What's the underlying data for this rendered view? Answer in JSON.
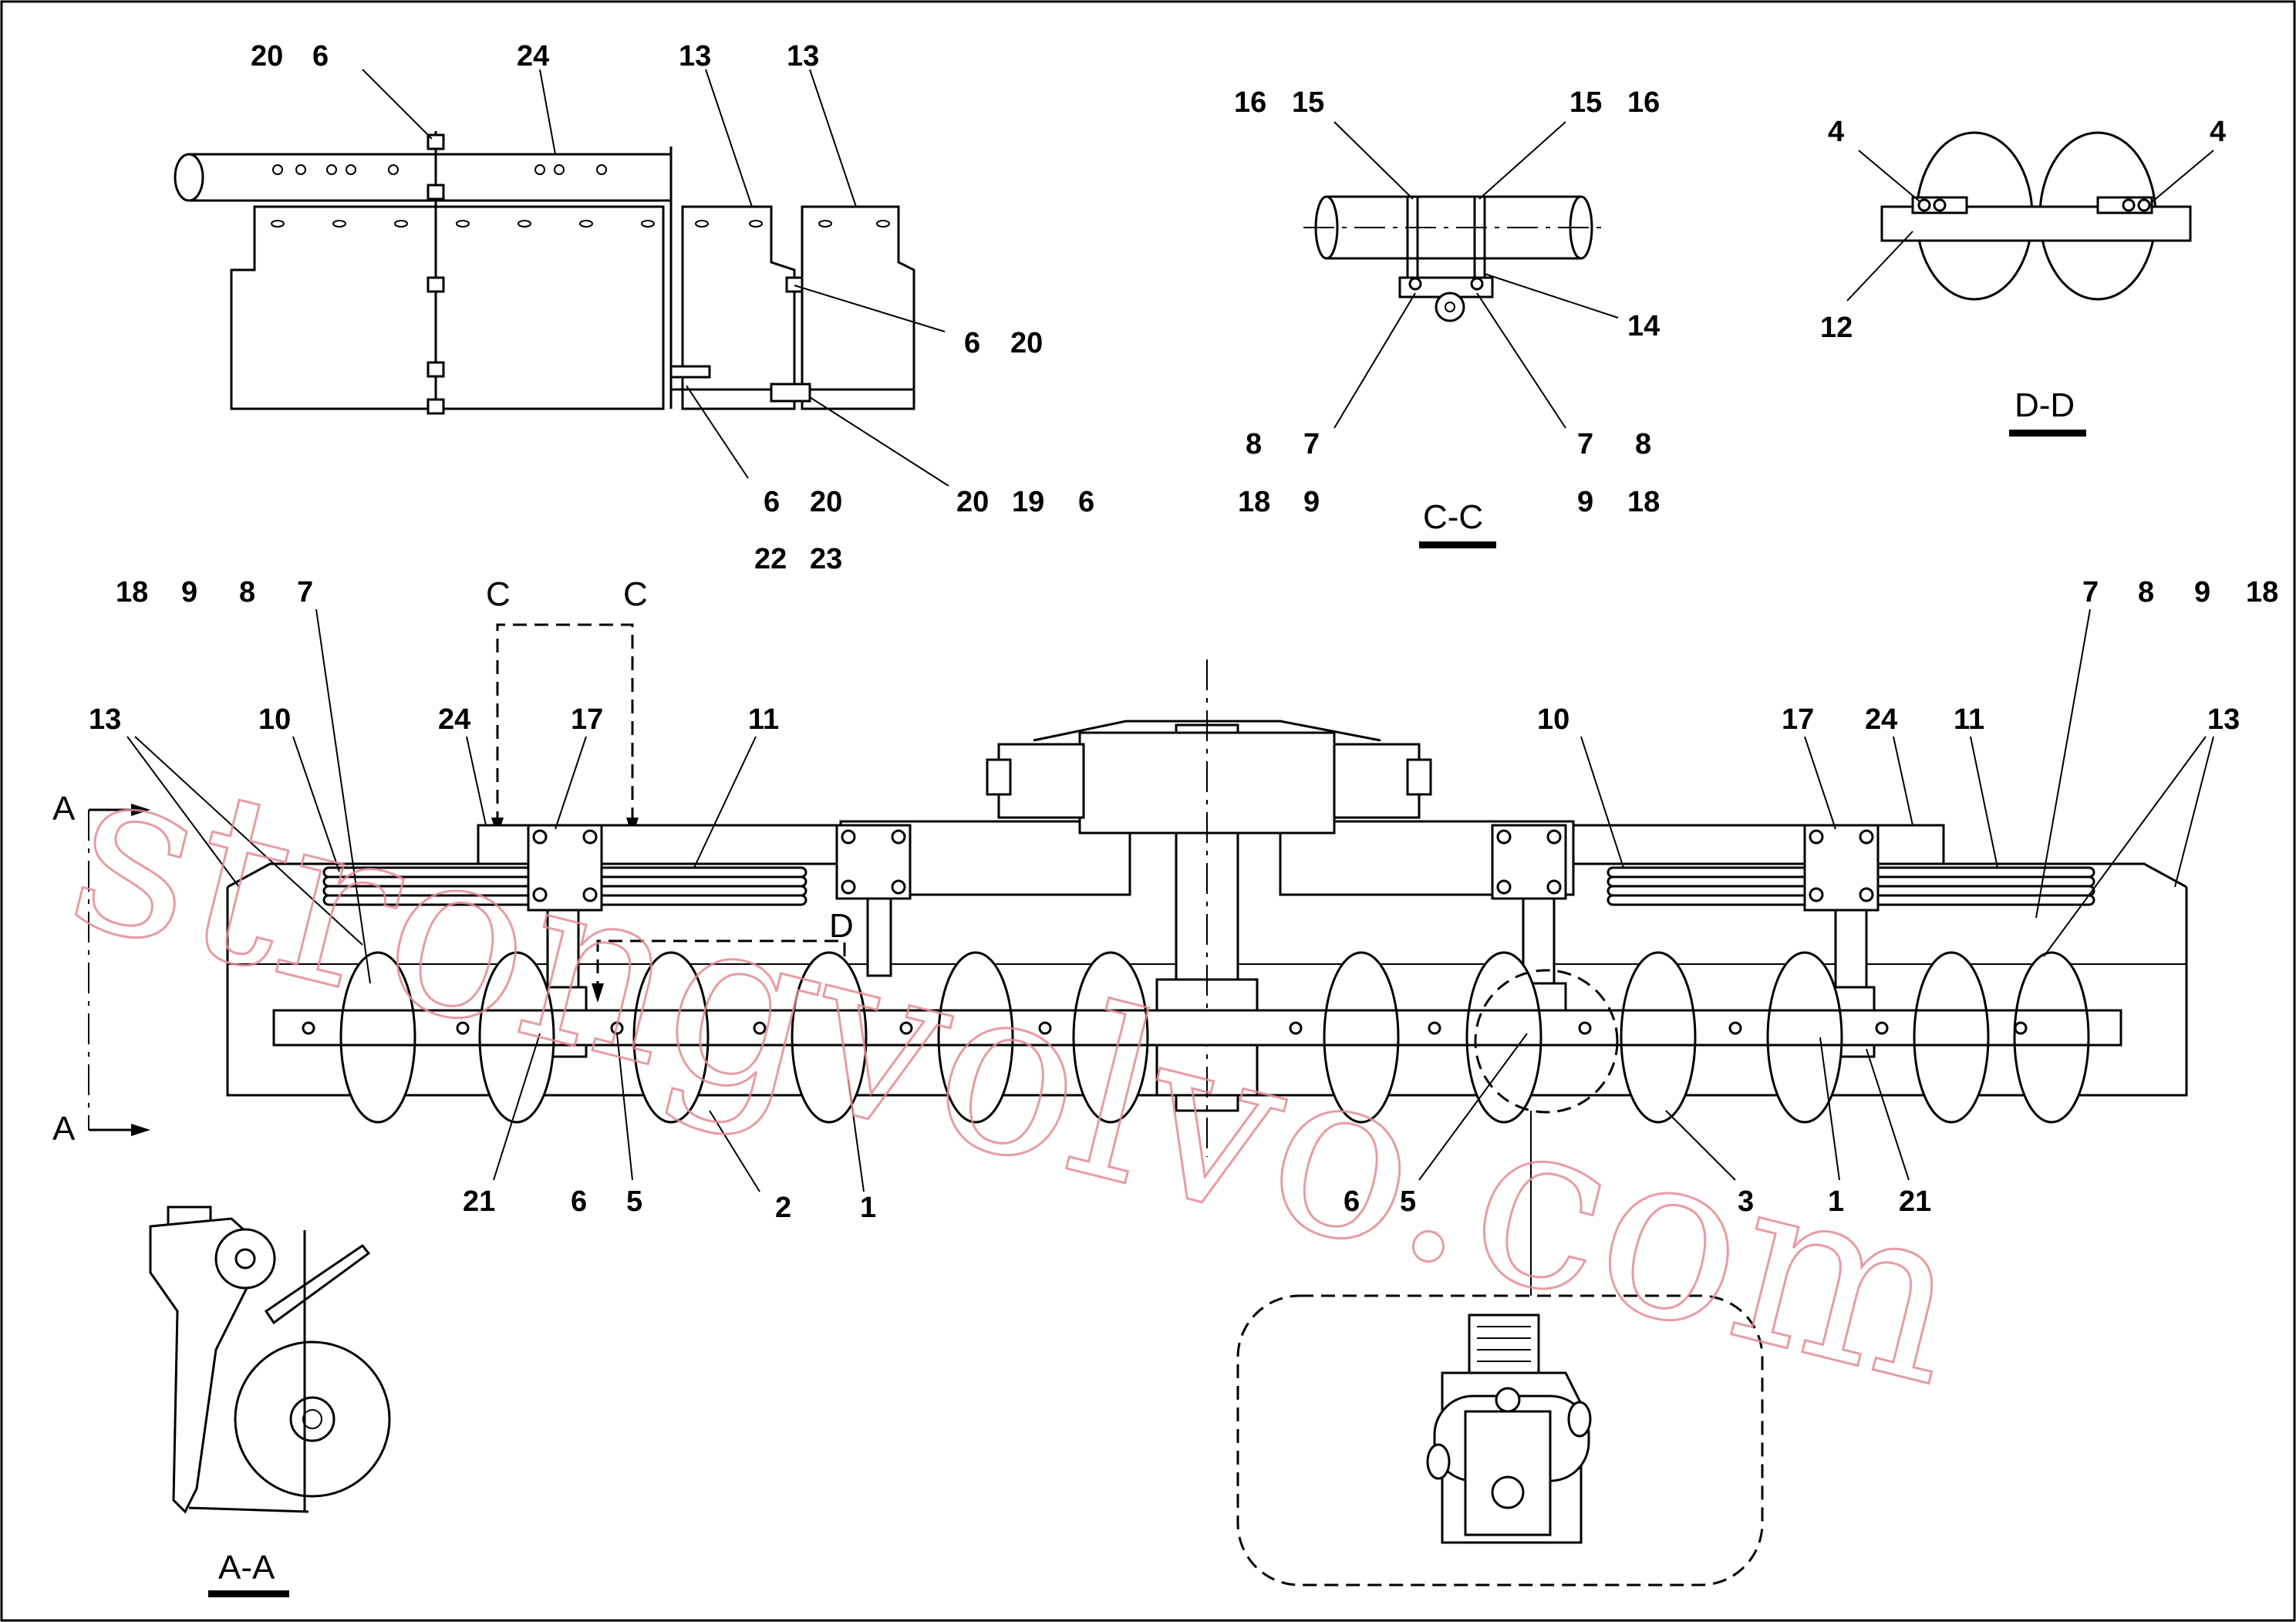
{
  "top_left_view": {
    "labels": [
      "20",
      "6",
      "24",
      "13",
      "13",
      "6",
      "20",
      "6",
      "20",
      "20",
      "19",
      "6",
      "22",
      "23"
    ]
  },
  "section_cc": {
    "title": "C-C",
    "labels": [
      "16",
      "15",
      "15",
      "16",
      "14",
      "8",
      "7",
      "7",
      "8",
      "18",
      "9",
      "9",
      "18"
    ]
  },
  "section_dd": {
    "title": "D-D",
    "labels": [
      "4",
      "4",
      "12"
    ]
  },
  "main_view": {
    "labels": [
      "18",
      "9",
      "8",
      "7",
      "7",
      "8",
      "9",
      "18",
      "13",
      "10",
      "24",
      "17",
      "11",
      "10",
      "17",
      "24",
      "11",
      "13",
      "21",
      "6",
      "5",
      "2",
      "1",
      "6",
      "5",
      "3",
      "1",
      "21"
    ],
    "cut_markers": {
      "c_left": "C",
      "c_right": "C",
      "d": "D",
      "a_top": "A",
      "a_bottom": "A"
    }
  },
  "section_aa": {
    "title": "A-A"
  },
  "watermark": {
    "text": "strongvolvo.com",
    "color": "#e48a93"
  }
}
